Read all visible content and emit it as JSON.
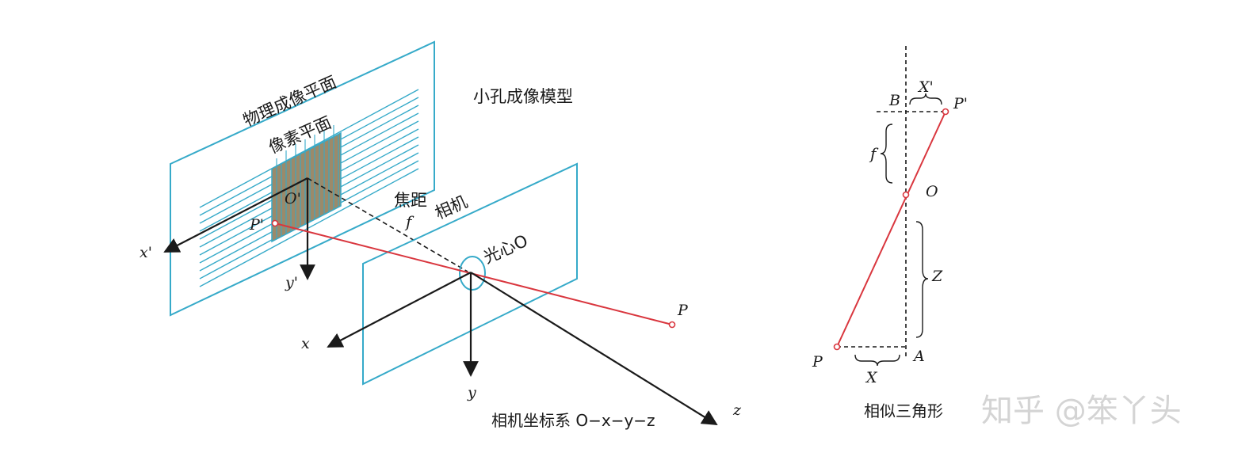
{
  "title": "小孔成像模型",
  "left_labels": {
    "physical_plane": "物理成像平面",
    "pixel_plane": "像素平面",
    "o_prime": "O'",
    "p_prime": "P'",
    "x_prime": "x'",
    "y_prime": "y'",
    "focal_cn": "焦距",
    "focal_f": "f",
    "camera": "相机",
    "optical_center": "光心O",
    "p": "P",
    "x": "x",
    "y": "y",
    "z": "z",
    "camera_coords": "相机坐标系 O−x−y−z"
  },
  "right_labels": {
    "b": "B",
    "x_prime_cap": "X'",
    "p_prime": "P'",
    "f": "f",
    "o": "O",
    "z": "Z",
    "p": "P",
    "a": "A",
    "x_cap": "X",
    "caption": "相似三角形"
  },
  "watermark": "知乎 @笨丫头",
  "colors": {
    "plane": "#36aac9",
    "ray": "#d9363e",
    "pixel_fill": "#9b8a6a",
    "ink": "#1a1a1a"
  }
}
